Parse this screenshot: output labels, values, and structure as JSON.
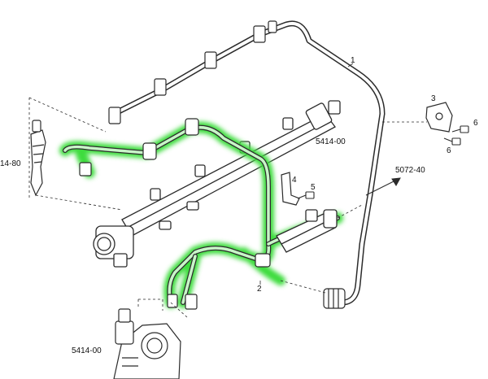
{
  "diagram": {
    "callouts": {
      "c1": "1",
      "c2": "2",
      "c3": "3",
      "c4": "4",
      "c5": "5",
      "c6a": "6",
      "c6b": "6"
    },
    "references": {
      "ref_injector": "14-80",
      "ref_rail": "5414-00",
      "ref_arrow": "5072-40",
      "ref_pump": "5414-00"
    },
    "colors": {
      "line": "#2b2b2b",
      "highlight": "#3ddc3d"
    }
  }
}
